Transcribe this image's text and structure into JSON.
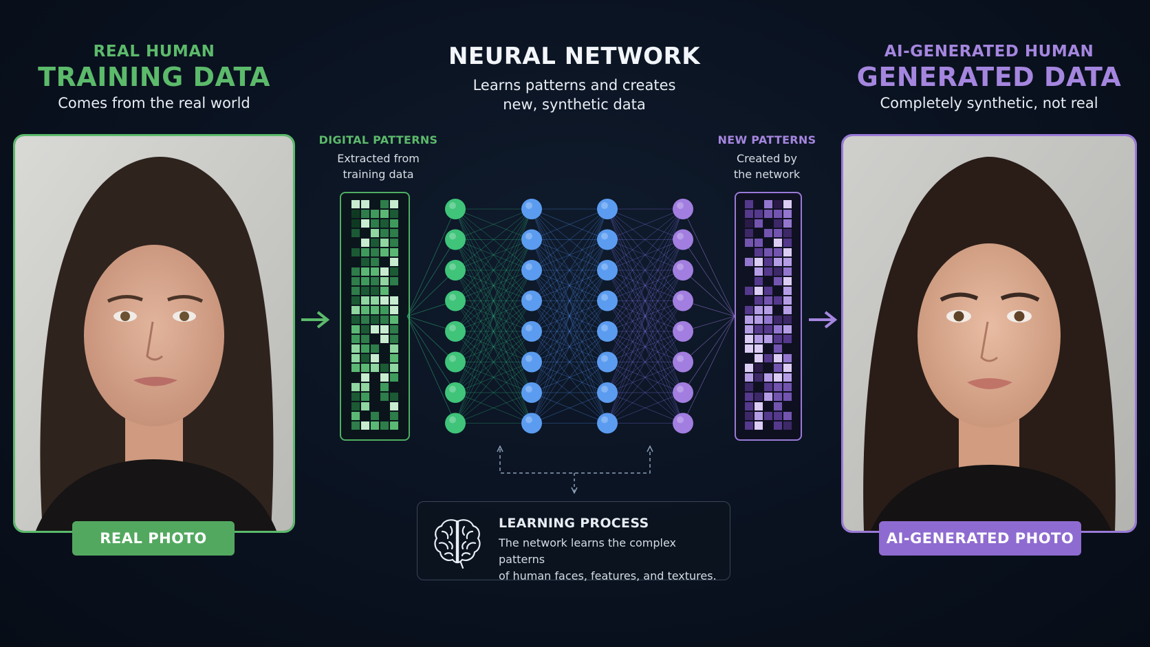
{
  "left": {
    "eyebrow": "REAL HUMAN",
    "title": "TRAINING DATA",
    "subtitle": "Comes from the real world",
    "badge": "REAL PHOTO",
    "accent": "#5cba6b"
  },
  "center": {
    "title": "NEURAL NETWORK",
    "subtitle_line1": "Learns patterns and creates",
    "subtitle_line2": "new, synthetic data"
  },
  "right": {
    "eyebrow": "AI-GENERATED HUMAN",
    "title": "GENERATED DATA",
    "subtitle": "Completely synthetic, not real",
    "badge": "AI-GENERATED PHOTO",
    "accent": "#a586df"
  },
  "digital_patterns": {
    "title": "DIGITAL PATTERNS",
    "sub_line1": "Extracted from",
    "sub_line2": "training data"
  },
  "new_patterns": {
    "title": "NEW PATTERNS",
    "sub_line1": "Created by",
    "sub_line2": "the network"
  },
  "learning": {
    "title": "LEARNING PROCESS",
    "text_line1": "The network learns the complex patterns",
    "text_line2": "of human faces, features, and textures.",
    "icon": "brain-icon"
  },
  "network": {
    "layers": 4,
    "nodes_per_layer": 8,
    "layer_colors": [
      "#3fc47a",
      "#5b9cf0",
      "#5b9cf0",
      "#a27ee0"
    ]
  }
}
